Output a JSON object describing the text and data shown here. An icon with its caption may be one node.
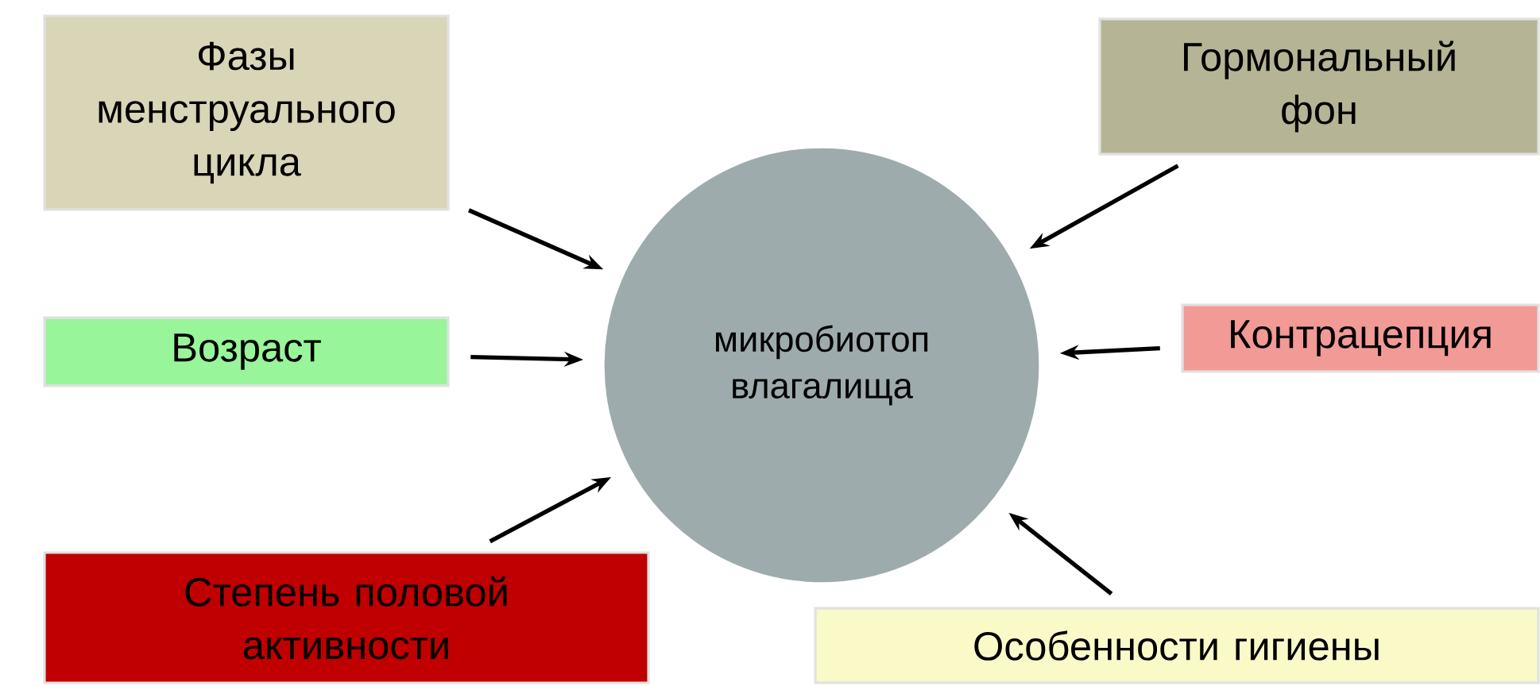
{
  "diagram": {
    "nodes": [
      {
        "text": [
          "Фазы менструального цикла"
        ]
      },
      {
        "text": [
          "Гормональный фон"
        ]
      },
      {
        "text": [
          "микробиотоп влагалища"
        ]
      },
      {
        "text": [
          "Возраст"
        ]
      },
      {
        "text": [
          "Контрацепция"
        ]
      },
      {
        "text": [
          "Степень половой активности"
        ]
      },
      {
        "text": [
          "Особенности гигиены"
        ]
      }
    ],
    "edges": [
      {
        "from": 0,
        "to": 2,
        "arrow": "to"
      },
      {
        "from": 1,
        "to": 2,
        "arrow": "to"
      },
      {
        "from": 3,
        "to": 2,
        "arrow": "to"
      },
      {
        "from": 4,
        "to": 2,
        "arrow": "to"
      },
      {
        "from": 5,
        "to": 2,
        "arrow": "to"
      },
      {
        "from": 6,
        "to": 2,
        "arrow": "to"
      }
    ]
  }
}
